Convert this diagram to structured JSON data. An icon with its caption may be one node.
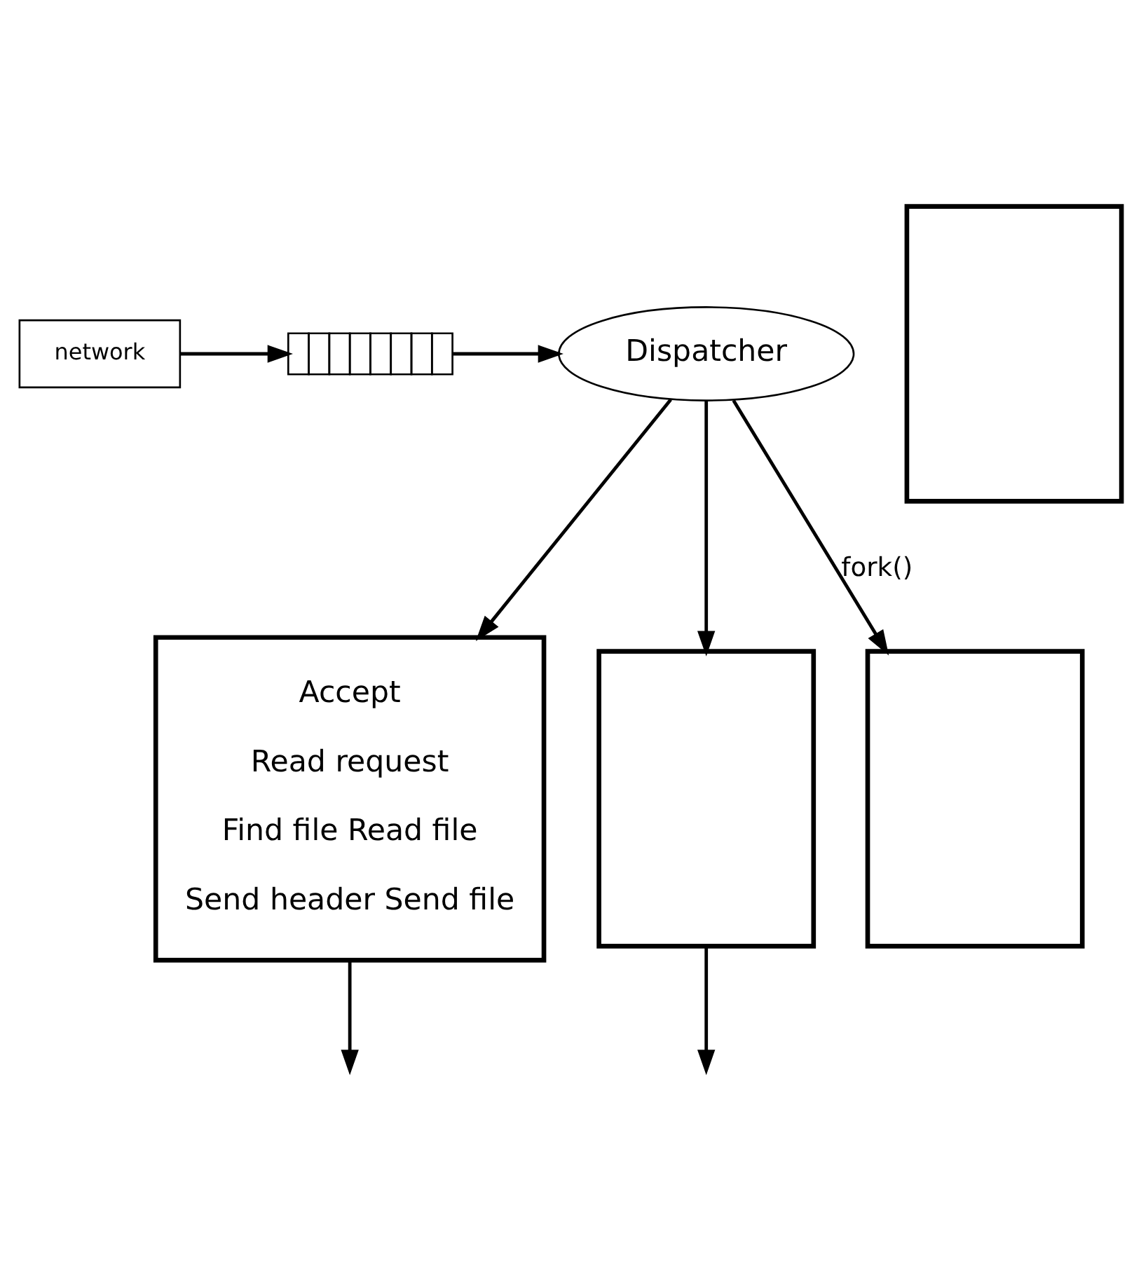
{
  "diagram": {
    "nodes": [
      {
        "text": [
          "network"
        ]
      },
      {
        "text": [],
        "shape": "queue"
      },
      {
        "text": [
          "Dispatcher"
        ]
      },
      {
        "text": [
          "Accept",
          "Read request",
          "Find file Read file",
          "Send header Send file"
        ]
      },
      {
        "text": [],
        "shape": "box"
      },
      {
        "text": [],
        "shape": "box"
      },
      {
        "text": [],
        "shape": "box"
      }
    ],
    "edges": [
      {
        "from": 0,
        "to": 1,
        "arrow": "to"
      },
      {
        "from": 1,
        "to": 2,
        "arrow": "to"
      },
      {
        "from": 2,
        "to": 3,
        "arrow": "to"
      },
      {
        "from": 2,
        "to": 4,
        "arrow": "to"
      },
      {
        "from": 2,
        "to": 5,
        "arrow": "to",
        "label": "fork()"
      },
      {
        "from": 3,
        "to": null,
        "arrow": "to"
      },
      {
        "from": 4,
        "to": null,
        "arrow": "to"
      }
    ]
  }
}
